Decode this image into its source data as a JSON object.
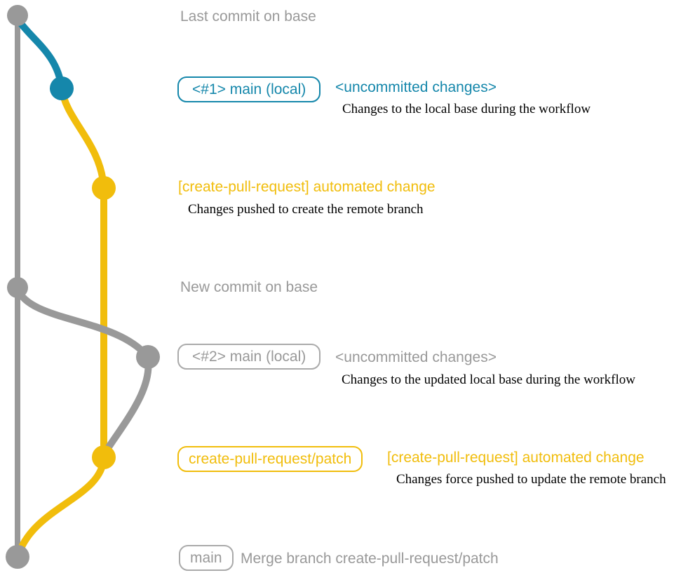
{
  "diagram": {
    "title_semantic": "create-pull-request action git workflow diagram",
    "colors": {
      "base_branch_gray": "#999999",
      "local_changes_blue": "#1587ab",
      "pull_request_yellow": "#f1bd0c",
      "description_text": "#000000",
      "background": "#ffffff"
    }
  },
  "rows": {
    "row1": {
      "label": "Last commit on base"
    },
    "row2": {
      "badge": "<#1> main (local)",
      "heading": "<uncommitted changes>",
      "desc": "Changes to the local base during the workflow"
    },
    "row3": {
      "heading": "[create-pull-request] automated change",
      "desc": "Changes pushed to create the remote branch"
    },
    "row4": {
      "label": "New commit on base"
    },
    "row5": {
      "badge": "<#2> main (local)",
      "heading": "<uncommitted changes>",
      "desc": "Changes to the updated local base during the workflow"
    },
    "row6": {
      "badge": "create-pull-request/patch",
      "heading": "[create-pull-request] automated change",
      "desc": "Changes force pushed to update the remote branch"
    },
    "row7": {
      "badge": "main",
      "message": "Merge branch create-pull-request/patch"
    }
  }
}
